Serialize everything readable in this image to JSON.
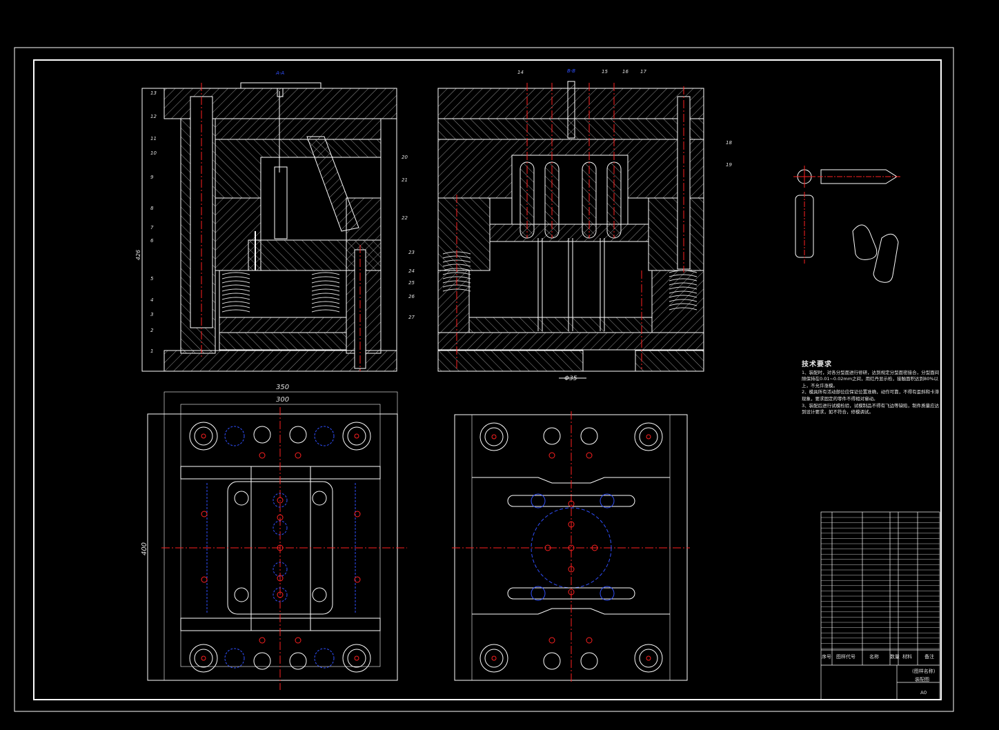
{
  "drawing": {
    "section_labels": [
      "A-A",
      "B-B"
    ],
    "dimensions": {
      "overall_width": "350",
      "inner_width": "300",
      "overall_height": "400",
      "mold_height": "426",
      "bore": "Φ35"
    },
    "part_numbers_left": [
      "13",
      "12",
      "11",
      "10",
      "9",
      "8",
      "7",
      "6",
      "5",
      "4",
      "3",
      "2",
      "1"
    ],
    "part_numbers_right_top": [
      "14",
      "15",
      "16",
      "17"
    ],
    "part_numbers_mid": [
      "20",
      "21",
      "22"
    ],
    "part_numbers_right_side": [
      "18",
      "19"
    ],
    "part_numbers_lower": [
      "23",
      "24",
      "25",
      "26",
      "27"
    ]
  },
  "technical_notes": {
    "title": "技术要求",
    "items": [
      "1、装配时，对各分型面进行修研，达到规定分型面密接合，分型面间隙保持在0.01~0.02mm之间，用红丹显示检，接触面积达到80%以上，不允许涨模。",
      "2、模具所有活动部位应保证位置准确，动作可靠，不得有歪斜和卡滞现象，要求固定的零件不得相对窜动。",
      "3、装配后进行试模检验，试模制品不得有飞边等缺陷，制件质量应达到设计要求，如不符合，修模调试。"
    ]
  },
  "title_block": {
    "header": [
      "序号",
      "图样代号",
      "名称",
      "数量",
      "材料",
      "备注"
    ],
    "scale": "A0",
    "drawing_name": "装配图",
    "notes_label": "(图样名称)"
  },
  "colors": {
    "background": "#000000",
    "lines": "#ffffff",
    "centerline": "#ff2020",
    "dashed": "#3050ff",
    "hatch": "#bdbdbd"
  }
}
